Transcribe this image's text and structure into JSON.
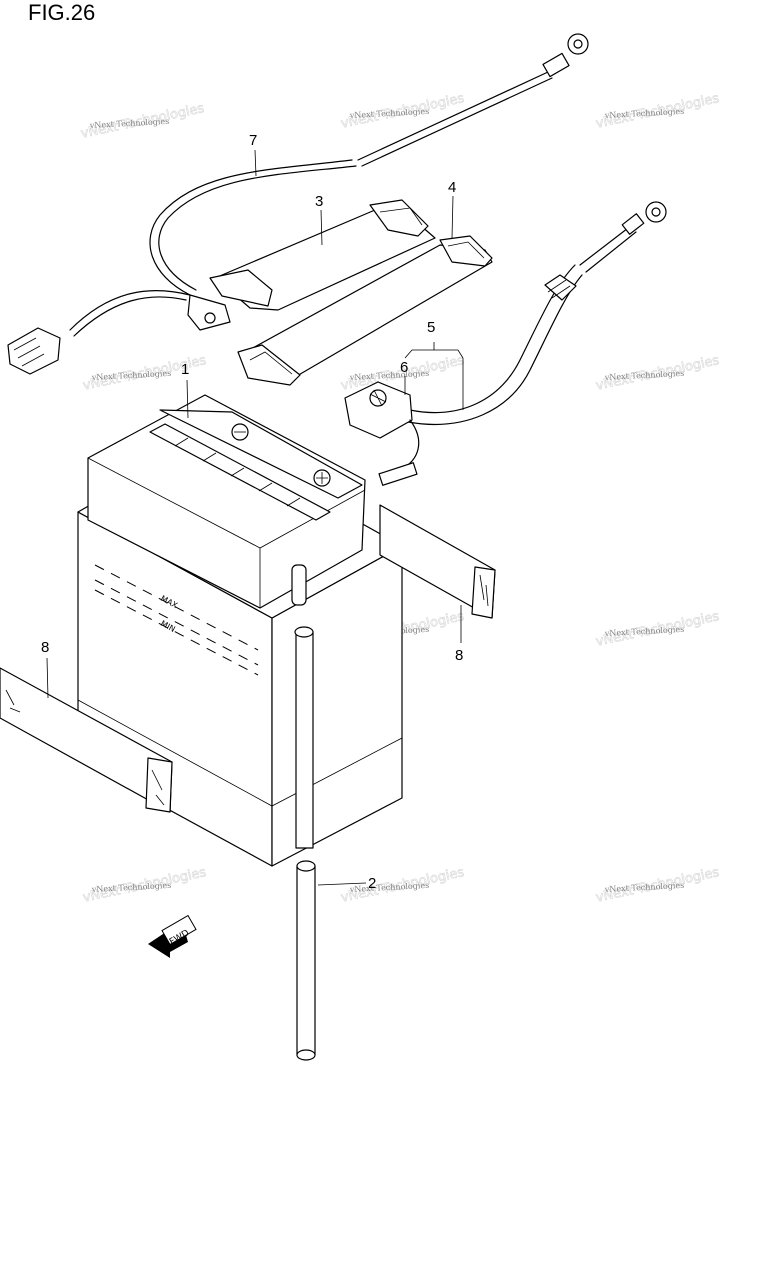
{
  "figure": {
    "title": "FIG.26"
  },
  "callouts": {
    "battery": "1",
    "breather_tube": "2",
    "band_short": "3",
    "band_long": "4",
    "positive_cable": "5",
    "terminal_cover": "6",
    "negative_lead": "7",
    "spacer_right": "8",
    "spacer_left": "8"
  },
  "battery_marks": {
    "max": "MAX",
    "min": "MIN"
  },
  "fwd_arrow": {
    "label": "FWD"
  },
  "watermark": {
    "text": "vNext Technologies",
    "ghost_text": "vNext Technologies"
  }
}
